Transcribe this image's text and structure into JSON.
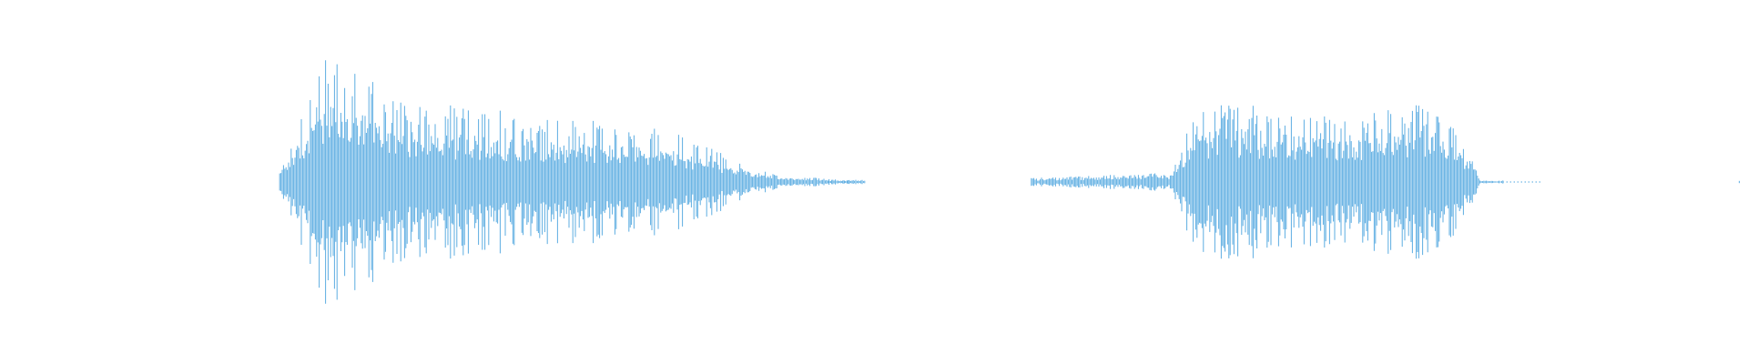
{
  "waveform": {
    "color": "#5DADE2",
    "background": "#FFFFFF",
    "segments": [
      {
        "label": "",
        "start": 0.16,
        "end": 0.495,
        "peak": 0.95
      },
      {
        "label": "",
        "start": 0.59,
        "end": 0.86,
        "peak": 0.62
      }
    ],
    "trailing_tick": {
      "position": 0.995,
      "amplitude": 0.01
    }
  }
}
